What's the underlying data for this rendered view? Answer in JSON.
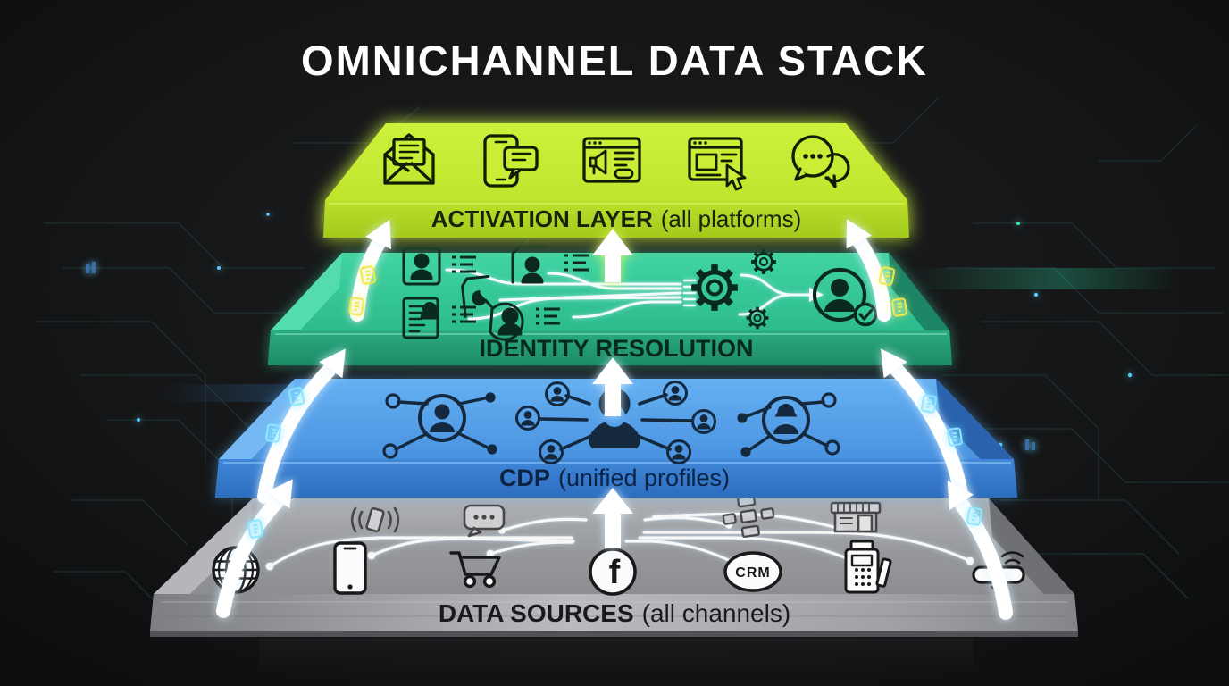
{
  "title": "OMNICHANNEL DATA STACK",
  "layers": [
    {
      "id": "activation",
      "label_bold": "ACTIVATION LAYER",
      "label_note": "(all platforms)",
      "color_top": "#c7ec33",
      "color_front": "#b0d626",
      "icons": [
        "email-icon",
        "sms-phone-icon",
        "ads-browser-icon",
        "web-click-icon",
        "chat-bubbles-icon"
      ]
    },
    {
      "id": "identity",
      "label_bold": "IDENTITY RESOLUTION",
      "label_note": "",
      "color_top": "#35c897",
      "color_front": "#23997a",
      "icons": [
        "contact-card-icon",
        "contact-note-icon",
        "contact-phone-icon",
        "contact-doc-icon",
        "person-record-icon",
        "gears-icon",
        "verified-profile-icon"
      ]
    },
    {
      "id": "cdp",
      "label_bold": "CDP",
      "label_note": "(unified profiles)",
      "color_top": "#55a0e8",
      "color_front": "#3579cc",
      "icons": [
        "profile-network-left-icon",
        "unified-profile-hub-icon",
        "profile-network-right-icon"
      ]
    },
    {
      "id": "sources",
      "label_bold": "DATA SOURCES",
      "label_note": "(all channels)",
      "color_top": "#a0a2a6",
      "color_front": "#8e9094",
      "icons": [
        "globe-icon",
        "beacon-icon",
        "smartphone-icon",
        "chat-icon",
        "cart-icon",
        "facebook-icon",
        "share-network-icon",
        "crm-icon",
        "storefront-icon",
        "pos-terminal-icon",
        "router-icon"
      ]
    }
  ],
  "badges": {
    "facebook_letter": "f",
    "crm_label": "CRM"
  }
}
